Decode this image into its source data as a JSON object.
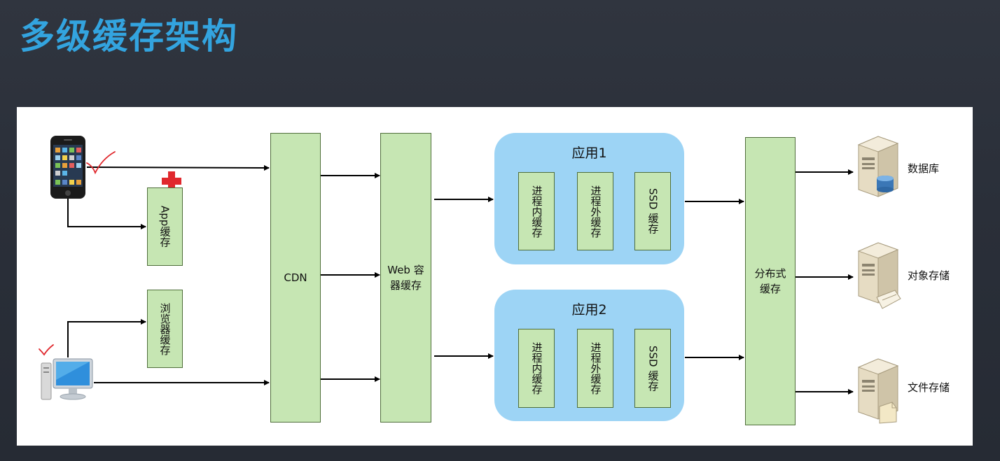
{
  "title": "多级缓存架构",
  "nodes": {
    "app_cache": "App缓存",
    "browser_cache": "浏览器缓存",
    "cdn": "CDN",
    "web_cache": "Web 容器缓存",
    "dist_cache": "分布式缓存",
    "app1": {
      "title": "应用1",
      "in_proc": "进程内缓存",
      "out_proc": "进程外缓存",
      "ssd": "SSD 缓存"
    },
    "app2": {
      "title": "应用2",
      "in_proc": "进程内缓存",
      "out_proc": "进程外缓存",
      "ssd": "SSD 缓存"
    }
  },
  "storage": {
    "db": "数据库",
    "object": "对象存储",
    "file": "文件存储"
  },
  "colors": {
    "title": "#33a4df",
    "box_fill": "#c6e6b3",
    "box_border": "#4f6e3a",
    "app_group": "#9dd4f5",
    "annotation": "#e0282d"
  },
  "icons": [
    "smartphone-icon",
    "desktop-computer-icon",
    "database-server-icon",
    "object-storage-server-icon",
    "file-storage-server-icon",
    "red-cross-icon",
    "checkmark-annotation-icon"
  ]
}
